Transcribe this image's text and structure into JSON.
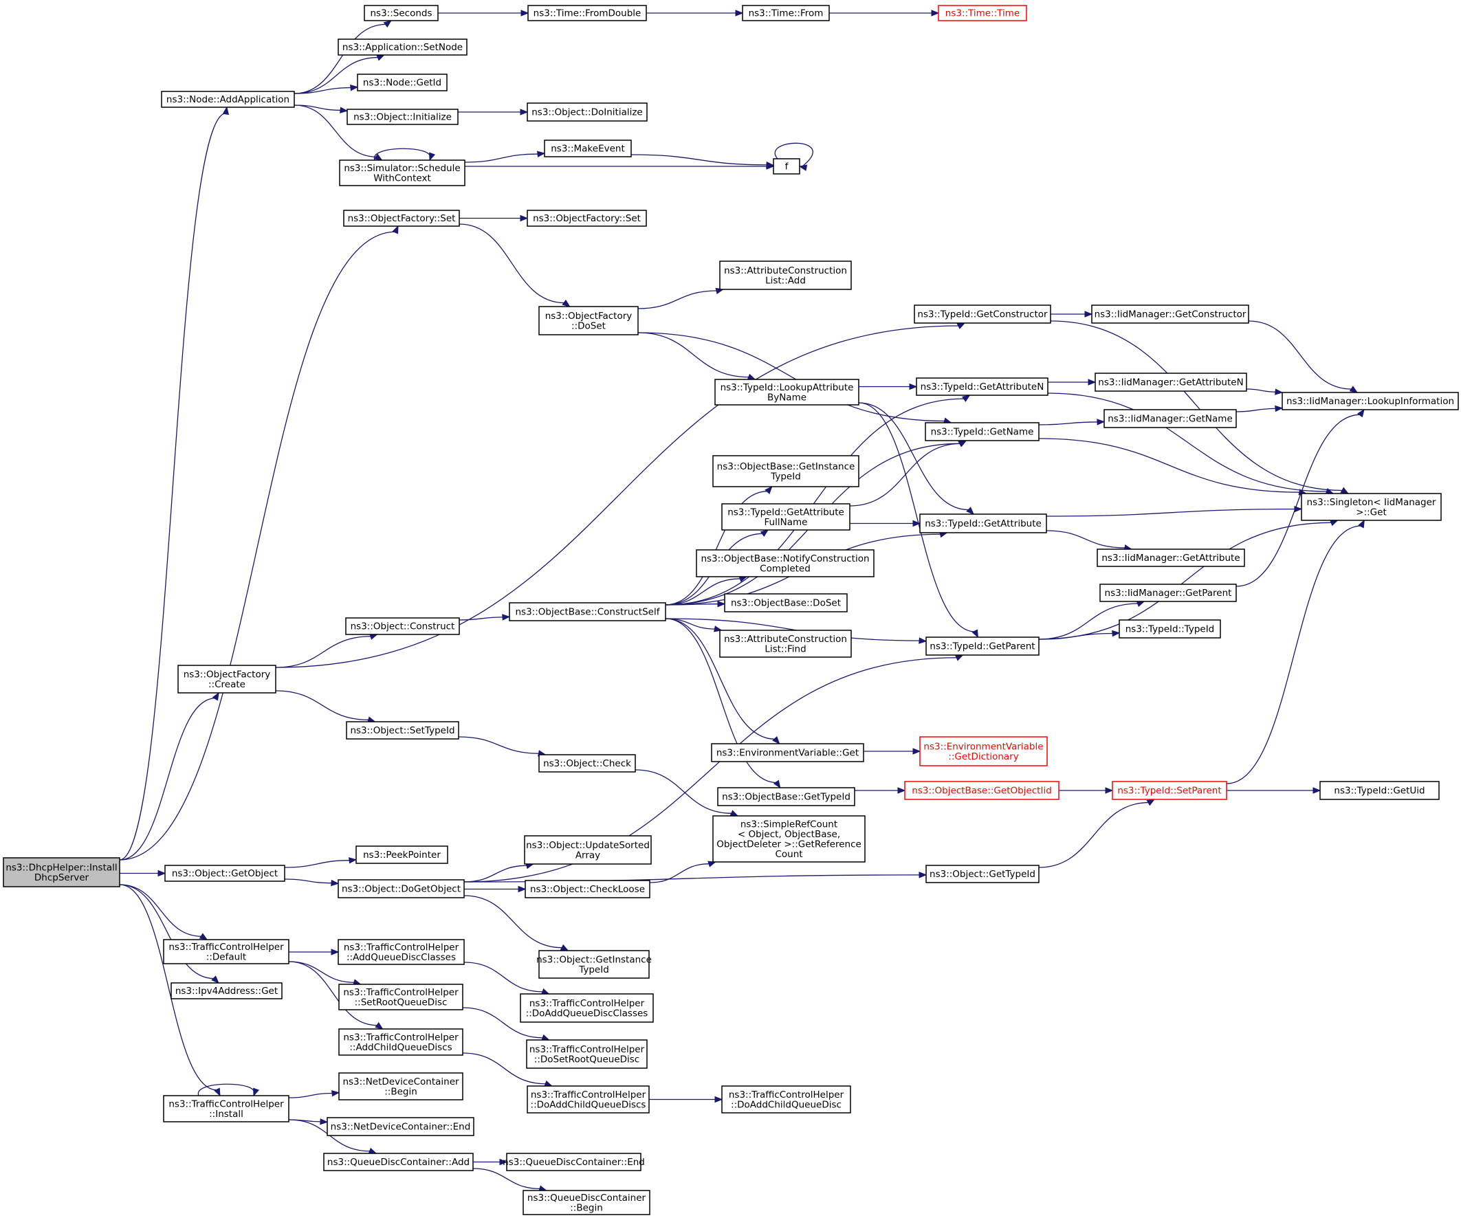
{
  "colors": {
    "edge": "#191970",
    "root_fill": "#bfbfbf",
    "missing_border": "#ff0000",
    "border": "#000000",
    "background": "#ffffff"
  },
  "nodes": [
    {
      "id": "root",
      "lines": [
        "ns3::DhcpHelper::Install",
        "DhcpServer"
      ],
      "style": "root"
    },
    {
      "id": "addapp",
      "lines": [
        "ns3::Node::AddApplication"
      ]
    },
    {
      "id": "seconds",
      "lines": [
        "ns3::Seconds"
      ]
    },
    {
      "id": "fromdouble",
      "lines": [
        "ns3::Time::FromDouble"
      ]
    },
    {
      "id": "timefrom",
      "lines": [
        "ns3::Time::From"
      ]
    },
    {
      "id": "timetime",
      "lines": [
        "ns3::Time::Time"
      ],
      "style": "red"
    },
    {
      "id": "setnode",
      "lines": [
        "ns3::Application::SetNode"
      ]
    },
    {
      "id": "getid",
      "lines": [
        "ns3::Node::GetId"
      ]
    },
    {
      "id": "initialize",
      "lines": [
        "ns3::Object::Initialize"
      ]
    },
    {
      "id": "doinitialize",
      "lines": [
        "ns3::Object::DoInitialize"
      ]
    },
    {
      "id": "schedule",
      "lines": [
        "ns3::Simulator::Schedule",
        "WithContext"
      ]
    },
    {
      "id": "makeevent",
      "lines": [
        "ns3::MakeEvent"
      ]
    },
    {
      "id": "f",
      "lines": [
        "f"
      ]
    },
    {
      "id": "ofset",
      "lines": [
        "ns3::ObjectFactory::Set"
      ]
    },
    {
      "id": "ofset2",
      "lines": [
        "ns3::ObjectFactory::Set"
      ]
    },
    {
      "id": "attrconstradd",
      "lines": [
        "ns3::AttributeConstruction",
        "List::Add"
      ]
    },
    {
      "id": "ofdoset",
      "lines": [
        "ns3::ObjectFactory",
        "::DoSet"
      ]
    },
    {
      "id": "getconstructor",
      "lines": [
        "ns3::TypeId::GetConstructor"
      ]
    },
    {
      "id": "iidgetconstructor",
      "lines": [
        "ns3::IidManager::GetConstructor"
      ]
    },
    {
      "id": "lookupattr",
      "lines": [
        "ns3::TypeId::LookupAttribute",
        "ByName"
      ]
    },
    {
      "id": "getattrn",
      "lines": [
        "ns3::TypeId::GetAttributeN"
      ]
    },
    {
      "id": "iidgetattrn",
      "lines": [
        "ns3::IidManager::GetAttributeN"
      ]
    },
    {
      "id": "lookupinfo",
      "lines": [
        "ns3::IidManager::LookupInformation"
      ]
    },
    {
      "id": "getname",
      "lines": [
        "ns3::TypeId::GetName"
      ]
    },
    {
      "id": "iidgetname",
      "lines": [
        "ns3::IidManager::GetName"
      ]
    },
    {
      "id": "getinstancetypeid",
      "lines": [
        "ns3::ObjectBase::GetInstance",
        "TypeId"
      ]
    },
    {
      "id": "getattrfullname",
      "lines": [
        "ns3::TypeId::GetAttribute",
        "FullName"
      ]
    },
    {
      "id": "getattr",
      "lines": [
        "ns3::TypeId::GetAttribute"
      ]
    },
    {
      "id": "singletonget",
      "lines": [
        "ns3::Singleton< IidManager",
        ">::Get"
      ]
    },
    {
      "id": "iidgetattr",
      "lines": [
        "ns3::IidManager::GetAttribute"
      ]
    },
    {
      "id": "notifyconstr",
      "lines": [
        "ns3::ObjectBase::NotifyConstruction",
        "Completed"
      ]
    },
    {
      "id": "iidgetparent",
      "lines": [
        "ns3::IidManager::GetParent"
      ]
    },
    {
      "id": "objconstruct",
      "lines": [
        "ns3::Object::Construct"
      ]
    },
    {
      "id": "constructself",
      "lines": [
        "ns3::ObjectBase::ConstructSelf"
      ]
    },
    {
      "id": "obdoset",
      "lines": [
        "ns3::ObjectBase::DoSet"
      ]
    },
    {
      "id": "getparent",
      "lines": [
        "ns3::TypeId::GetParent"
      ]
    },
    {
      "id": "typeidtypeid",
      "lines": [
        "ns3::TypeId::TypeId"
      ]
    },
    {
      "id": "attrconstrfind",
      "lines": [
        "ns3::AttributeConstruction",
        "List::Find"
      ]
    },
    {
      "id": "ofcreate",
      "lines": [
        "ns3::ObjectFactory",
        "::Create"
      ]
    },
    {
      "id": "settypeid",
      "lines": [
        "ns3::Object::SetTypeId"
      ]
    },
    {
      "id": "envget",
      "lines": [
        "ns3::EnvironmentVariable::Get"
      ]
    },
    {
      "id": "envgetdict",
      "lines": [
        "ns3::EnvironmentVariable",
        "::GetDictionary"
      ],
      "style": "red"
    },
    {
      "id": "objcheck",
      "lines": [
        "ns3::Object::Check"
      ]
    },
    {
      "id": "obgettypeid",
      "lines": [
        "ns3::ObjectBase::GetTypeId"
      ]
    },
    {
      "id": "getobjectiid",
      "lines": [
        "ns3::ObjectBase::GetObjectIid"
      ],
      "style": "red"
    },
    {
      "id": "setparent",
      "lines": [
        "ns3::TypeId::SetParent"
      ],
      "style": "red"
    },
    {
      "id": "getuid",
      "lines": [
        "ns3::TypeId::GetUid"
      ]
    },
    {
      "id": "simplerefcount",
      "lines": [
        "ns3::SimpleRefCount",
        "< Object, ObjectBase,",
        " ObjectDeleter >::GetReference",
        "Count"
      ]
    },
    {
      "id": "updatesorted",
      "lines": [
        "ns3::Object::UpdateSorted",
        "Array"
      ]
    },
    {
      "id": "peekpointer",
      "lines": [
        "ns3::PeekPointer"
      ]
    },
    {
      "id": "getobject",
      "lines": [
        "ns3::Object::GetObject"
      ]
    },
    {
      "id": "dogetobject",
      "lines": [
        "ns3::Object::DoGetObject"
      ]
    },
    {
      "id": "checkloose",
      "lines": [
        "ns3::Object::CheckLoose"
      ]
    },
    {
      "id": "objgettypeid",
      "lines": [
        "ns3::Object::GetTypeId"
      ]
    },
    {
      "id": "objgetinstance",
      "lines": [
        "ns3::Object::GetInstance",
        "TypeId"
      ]
    },
    {
      "id": "tchdefault",
      "lines": [
        "ns3::TrafficControlHelper",
        "::Default"
      ]
    },
    {
      "id": "tchaddqdc",
      "lines": [
        "ns3::TrafficControlHelper",
        "::AddQueueDiscClasses"
      ]
    },
    {
      "id": "tchdoaddqdc",
      "lines": [
        "ns3::TrafficControlHelper",
        "::DoAddQueueDiscClasses"
      ]
    },
    {
      "id": "ipv4get",
      "lines": [
        "ns3::Ipv4Address::Get"
      ]
    },
    {
      "id": "tchsetroot",
      "lines": [
        "ns3::TrafficControlHelper",
        "::SetRootQueueDisc"
      ]
    },
    {
      "id": "tchdosetroot",
      "lines": [
        "ns3::TrafficControlHelper",
        "::DoSetRootQueueDisc"
      ]
    },
    {
      "id": "tchaddchild",
      "lines": [
        "ns3::TrafficControlHelper",
        "::AddChildQueueDiscs"
      ]
    },
    {
      "id": "tchdoaddchilds",
      "lines": [
        "ns3::TrafficControlHelper",
        "::DoAddChildQueueDiscs"
      ]
    },
    {
      "id": "tchdoaddchild",
      "lines": [
        "ns3::TrafficControlHelper",
        "::DoAddChildQueueDisc"
      ]
    },
    {
      "id": "tchinstall",
      "lines": [
        "ns3::TrafficControlHelper",
        "::Install"
      ]
    },
    {
      "id": "ndcbegin",
      "lines": [
        "ns3::NetDeviceContainer",
        "::Begin"
      ]
    },
    {
      "id": "ndcend",
      "lines": [
        "ns3::NetDeviceContainer::End"
      ]
    },
    {
      "id": "qdcadd",
      "lines": [
        "ns3::QueueDiscContainer::Add"
      ]
    },
    {
      "id": "qdcend",
      "lines": [
        "ns3::QueueDiscContainer::End"
      ]
    },
    {
      "id": "qdcbegin",
      "lines": [
        "ns3::QueueDiscContainer",
        "::Begin"
      ]
    }
  ],
  "edges": [
    [
      "root",
      "addapp"
    ],
    [
      "root",
      "ofset"
    ],
    [
      "root",
      "ofcreate"
    ],
    [
      "root",
      "getobject"
    ],
    [
      "root",
      "tchdefault"
    ],
    [
      "root",
      "ipv4get"
    ],
    [
      "root",
      "tchinstall"
    ],
    [
      "addapp",
      "seconds"
    ],
    [
      "addapp",
      "setnode"
    ],
    [
      "addapp",
      "getid"
    ],
    [
      "addapp",
      "initialize"
    ],
    [
      "addapp",
      "schedule"
    ],
    [
      "seconds",
      "fromdouble"
    ],
    [
      "fromdouble",
      "timefrom"
    ],
    [
      "timefrom",
      "timetime"
    ],
    [
      "initialize",
      "doinitialize"
    ],
    [
      "schedule",
      "schedule"
    ],
    [
      "schedule",
      "makeevent"
    ],
    [
      "schedule",
      "f"
    ],
    [
      "makeevent",
      "f"
    ],
    [
      "f",
      "f"
    ],
    [
      "ofset",
      "ofset2"
    ],
    [
      "ofset",
      "ofdoset"
    ],
    [
      "ofdoset",
      "attrconstradd"
    ],
    [
      "ofdoset",
      "lookupattr"
    ],
    [
      "ofdoset",
      "getname"
    ],
    [
      "ofcreate",
      "getconstructor"
    ],
    [
      "ofcreate",
      "objconstruct"
    ],
    [
      "ofcreate",
      "settypeid"
    ],
    [
      "getconstructor",
      "iidgetconstructor"
    ],
    [
      "getconstructor",
      "singletonget"
    ],
    [
      "iidgetconstructor",
      "lookupinfo"
    ],
    [
      "lookupattr",
      "getattrn"
    ],
    [
      "lookupattr",
      "getattr"
    ],
    [
      "lookupattr",
      "getparent"
    ],
    [
      "getattrn",
      "iidgetattrn"
    ],
    [
      "getattrn",
      "singletonget"
    ],
    [
      "iidgetattrn",
      "lookupinfo"
    ],
    [
      "getname",
      "iidgetname"
    ],
    [
      "getname",
      "singletonget"
    ],
    [
      "iidgetname",
      "lookupinfo"
    ],
    [
      "getattrfullname",
      "getname"
    ],
    [
      "getattrfullname",
      "getattr"
    ],
    [
      "getattr",
      "singletonget"
    ],
    [
      "getattr",
      "iidgetattr"
    ],
    [
      "getparent",
      "iidgetparent"
    ],
    [
      "getparent",
      "typeidtypeid"
    ],
    [
      "getparent",
      "singletonget"
    ],
    [
      "iidgetparent",
      "lookupinfo"
    ],
    [
      "objconstruct",
      "constructself"
    ],
    [
      "constructself",
      "getattrn"
    ],
    [
      "constructself",
      "getname"
    ],
    [
      "constructself",
      "getinstancetypeid"
    ],
    [
      "constructself",
      "getattrfullname"
    ],
    [
      "constructself",
      "notifyconstr"
    ],
    [
      "constructself",
      "obdoset"
    ],
    [
      "constructself",
      "attrconstrfind"
    ],
    [
      "constructself",
      "getattr"
    ],
    [
      "constructself",
      "getparent"
    ],
    [
      "constructself",
      "envget"
    ],
    [
      "constructself",
      "obgettypeid"
    ],
    [
      "envget",
      "envgetdict"
    ],
    [
      "obgettypeid",
      "getobjectiid"
    ],
    [
      "getobjectiid",
      "setparent"
    ],
    [
      "setparent",
      "getuid"
    ],
    [
      "setparent",
      "singletonget"
    ],
    [
      "settypeid",
      "objcheck"
    ],
    [
      "objcheck",
      "simplerefcount"
    ],
    [
      "getobject",
      "peekpointer"
    ],
    [
      "getobject",
      "dogetobject"
    ],
    [
      "dogetobject",
      "getparent"
    ],
    [
      "dogetobject",
      "updatesorted"
    ],
    [
      "dogetobject",
      "checkloose"
    ],
    [
      "dogetobject",
      "objgettypeid"
    ],
    [
      "dogetobject",
      "objgetinstance"
    ],
    [
      "checkloose",
      "simplerefcount"
    ],
    [
      "objgettypeid",
      "setparent"
    ],
    [
      "tchdefault",
      "tchaddqdc"
    ],
    [
      "tchdefault",
      "tchsetroot"
    ],
    [
      "tchdefault",
      "tchaddchild"
    ],
    [
      "tchaddqdc",
      "tchdoaddqdc"
    ],
    [
      "tchsetroot",
      "tchdosetroot"
    ],
    [
      "tchaddchild",
      "tchdoaddchilds"
    ],
    [
      "tchdoaddchilds",
      "tchdoaddchild"
    ],
    [
      "tchinstall",
      "tchinstall"
    ],
    [
      "tchinstall",
      "ndcbegin"
    ],
    [
      "tchinstall",
      "ndcend"
    ],
    [
      "tchinstall",
      "qdcadd"
    ],
    [
      "qdcadd",
      "qdcend"
    ],
    [
      "qdcadd",
      "qdcbegin"
    ]
  ]
}
